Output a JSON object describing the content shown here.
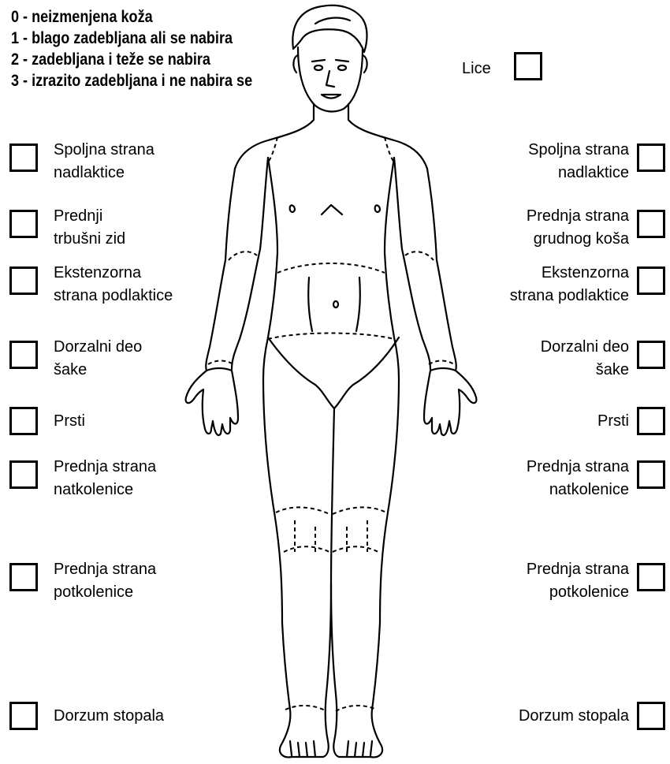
{
  "legend": [
    "0 - neizmenjena koža",
    "1 - blago zadebljana ali se nabira",
    "2 - zadebljana i teže se nabira",
    "3 - izrazito zadebljana i ne nabira se"
  ],
  "lice": "Lice",
  "left_sites": [
    {
      "l1": "Spoljna strana",
      "l2": "nadlaktice"
    },
    {
      "l1": "Prednji",
      "l2": "trbušni zid"
    },
    {
      "l1": "Ekstenzorna",
      "l2": "strana podlaktice"
    },
    {
      "l1": "Dorzalni deo",
      "l2": "šake"
    },
    {
      "l1": "Prsti",
      "l2": ""
    },
    {
      "l1": "Prednja strana",
      "l2": "natkolenice"
    },
    {
      "l1": "Prednja strana",
      "l2": "potkolenice"
    },
    {
      "l1": "Dorzum stopala",
      "l2": ""
    }
  ],
  "right_sites": [
    {
      "l1": "Spoljna strana",
      "l2": "nadlaktice"
    },
    {
      "l1": "Prednja strana",
      "l2": "grudnog koša"
    },
    {
      "l1": "Ekstenzorna",
      "l2": "strana podlaktice"
    },
    {
      "l1": "Dorzalni deo",
      "l2": "šake"
    },
    {
      "l1": "Prsti",
      "l2": ""
    },
    {
      "l1": "Prednja strana",
      "l2": "natkolenice"
    },
    {
      "l1": "Prednja strana",
      "l2": "potkolenice"
    },
    {
      "l1": "Dorzum stopala",
      "l2": ""
    }
  ]
}
